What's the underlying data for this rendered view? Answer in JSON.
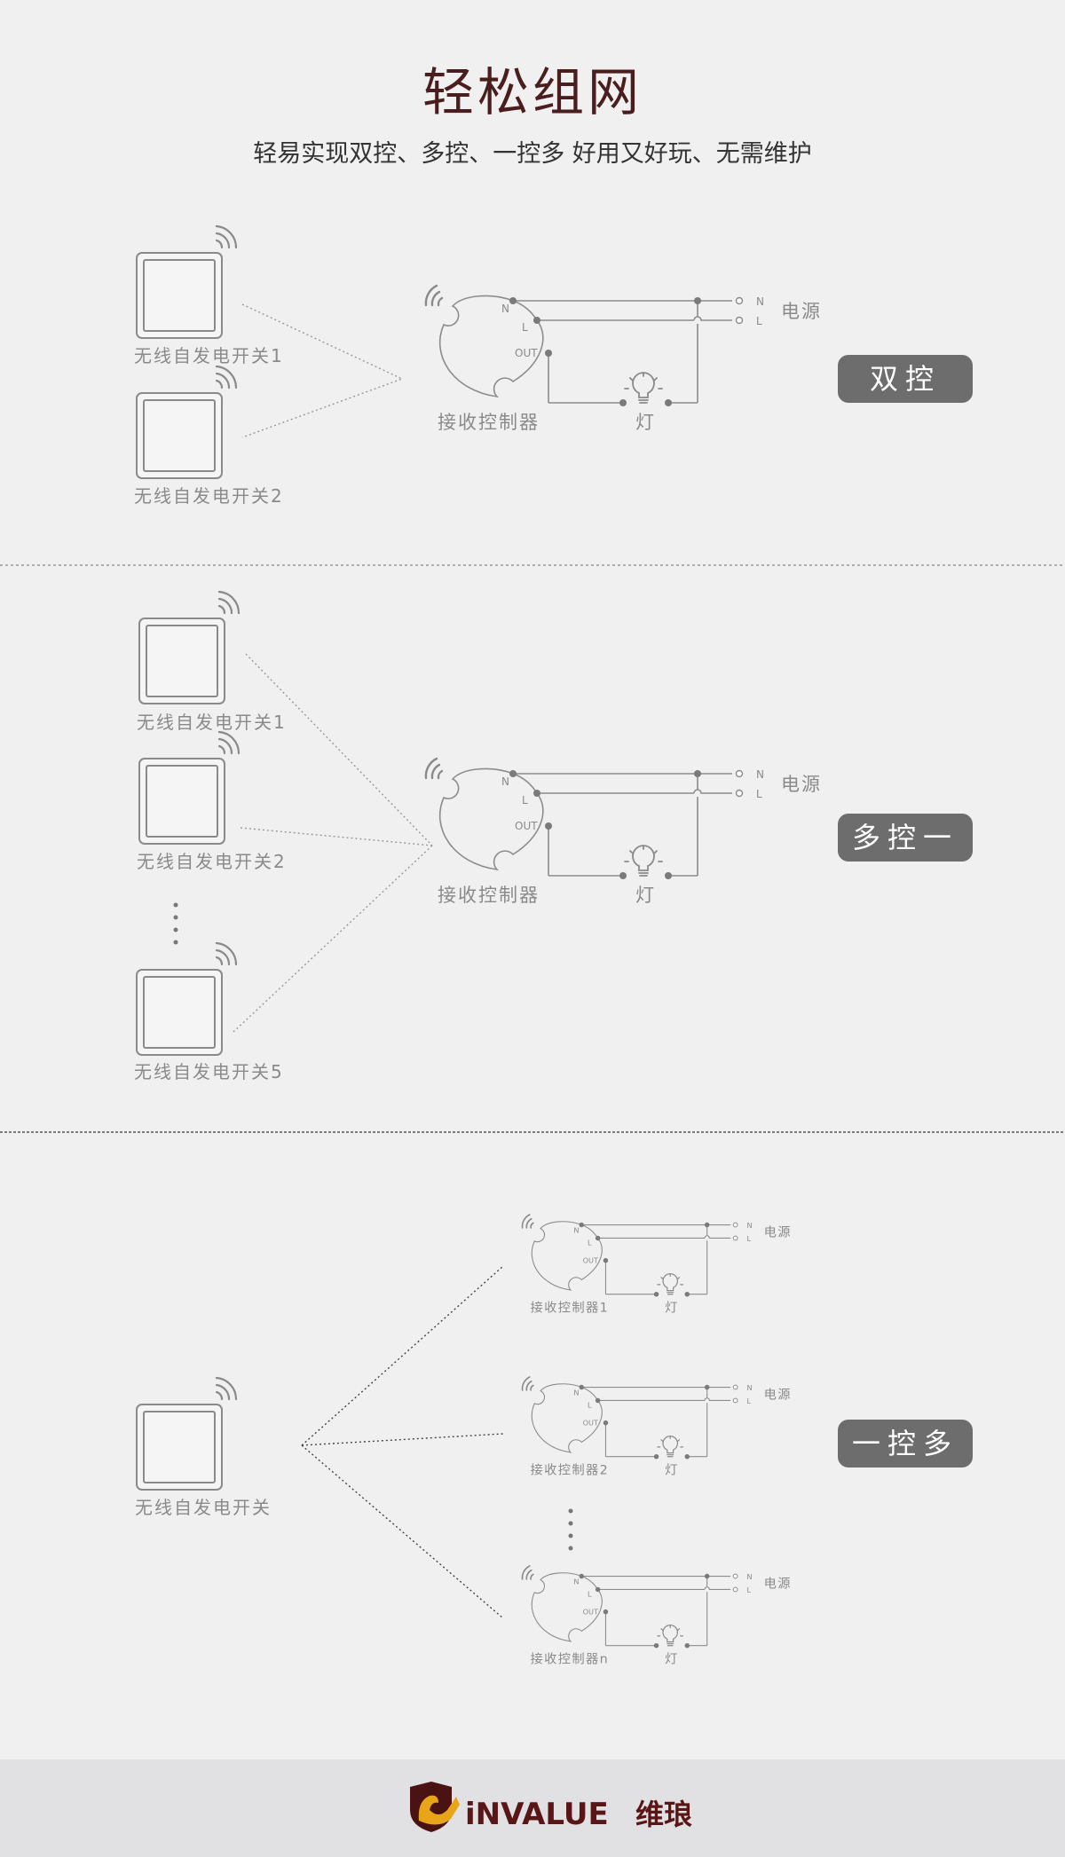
{
  "header": {
    "title": "轻松组网",
    "subtitle": "轻易实现双控、多控、一控多 好用又好玩、无需维护"
  },
  "diagram": {
    "terminal_n": "N",
    "terminal_l": "L",
    "terminal_out": "OUT",
    "power_label": "电源",
    "lamp_label": "灯",
    "controller_label": "接收控制器"
  },
  "sections": [
    {
      "badge": "双控",
      "switches": [
        "无线自发电开关1",
        "无线自发电开关2"
      ]
    },
    {
      "badge": "多控一",
      "switches": [
        "无线自发电开关1",
        "无线自发电开关2",
        "无线自发电开关5"
      ],
      "ellipsis": "⋮"
    },
    {
      "badge": "一控多",
      "switches": [
        "无线自发电开关"
      ],
      "controllers": [
        "接收控制器1",
        "接收控制器2",
        "接收控制器n"
      ],
      "ellipsis": "⋮"
    }
  ],
  "footer": {
    "brand_latin": "iNVALUE",
    "brand_cn": "维琅"
  },
  "colors": {
    "background": "#f0f0f0",
    "footer": "#e1e1e3",
    "badge": "#6d6d6d",
    "title": "#4a1e1e",
    "brand": "#5a1616"
  }
}
